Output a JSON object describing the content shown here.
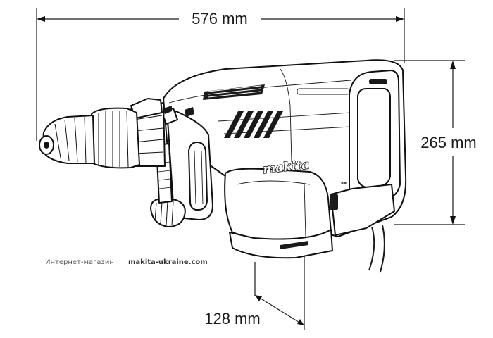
{
  "dimensions": {
    "length": "576 mm",
    "height": "265 mm",
    "depth": "128 mm"
  },
  "brand": {
    "logo": "makita"
  },
  "watermark": {
    "label": "Интернет-магазин",
    "site": "makita-ukraine.com"
  },
  "icons": [
    "demolition-hammer-drawing",
    "dimension-arrow-icon"
  ]
}
